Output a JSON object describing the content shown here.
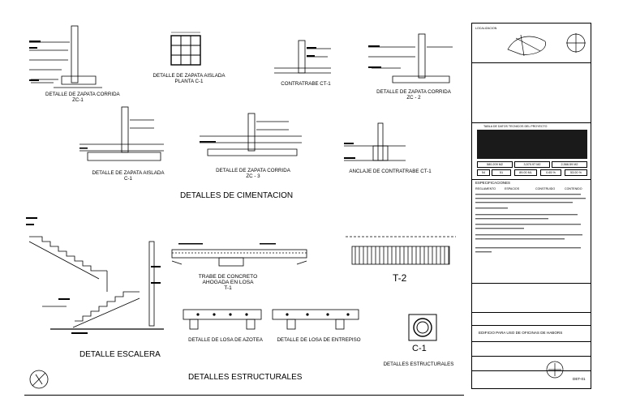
{
  "sections": {
    "cimentacion": "DETALLES DE CIMENTACION",
    "escalera": "DETALLE ESCALERA",
    "estructurales": "DETALLES ESTRUCTURALES"
  },
  "details": {
    "zc1": [
      "DETALLE DE ZAPATA CORRIDA",
      "ZC-1"
    ],
    "c1_planta": [
      "DETALLE DE ZAPATA AISLADA",
      "PLANTA C-1"
    ],
    "ct1": "CONTRATRABE CT-1",
    "zc2": [
      "DETALLE DE ZAPATA CORRIDA",
      "ZC - 2"
    ],
    "c1_aislada": [
      "DETALLE DE ZAPATA AISLADA",
      "C-1"
    ],
    "zc3": [
      "DETALLE DE ZAPATA CORRIDA",
      "ZC - 3"
    ],
    "anclaje": "ANCLAJE DE CONTRATRABE CT-1",
    "t1": [
      "TRABE DE CONCRETO",
      "AHOGADA EN LOSA",
      "T-1"
    ],
    "t2": "T-2",
    "azotea": "DETALLE DE LOSA DE AZOTEA",
    "entrepiso": "DETALLE DE LOSA DE ENTREPISO",
    "columna": "C-1",
    "det_estructurales": "DETALLES ESTRUCTURALES"
  },
  "title_block": {
    "location_label": "LOCALIZACION",
    "data_table_title": "TABLA DE DATOS TECNICOS DEL PROYECTO",
    "values": [
      "580.209 M2",
      "3,570.97 M2",
      "2,566.59 M2"
    ],
    "small_values": [
      "54",
      "51",
      "89.00 ML",
      "0.65 %",
      "53.00 %"
    ],
    "specs_title": "ESPECIFICACIONES",
    "legend": [
      "REGLAMENTO",
      "ESPACIOS",
      "CONSTRUIDO",
      "CONTENIDO"
    ],
    "project_name": "EDIFICIO PARA USO DE OFICINAS DE HABORS",
    "drawing_code": "DET-01"
  }
}
